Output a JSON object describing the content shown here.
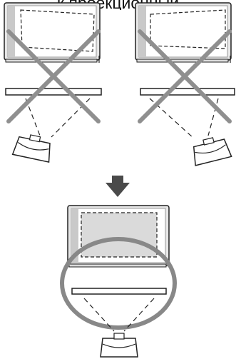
{
  "caption": "к проекционный",
  "colors": {
    "line": "#222222",
    "board_fill": "#ffffff",
    "board_frame": "#e6e6e6",
    "board_strip": "#c9c9c9",
    "projected_area": "#dadada",
    "cross": "#8f8f8f",
    "arrow": "#4a4a4a",
    "ring": "#888888"
  },
  "panels": [
    {
      "name": "left-incorrect",
      "status": "incorrect"
    },
    {
      "name": "right-incorrect",
      "status": "incorrect"
    },
    {
      "name": "bottom-correct",
      "status": "correct"
    }
  ],
  "icons": [
    "whiteboard",
    "projector",
    "cross-mark",
    "down-arrow",
    "highlight-circle"
  ]
}
